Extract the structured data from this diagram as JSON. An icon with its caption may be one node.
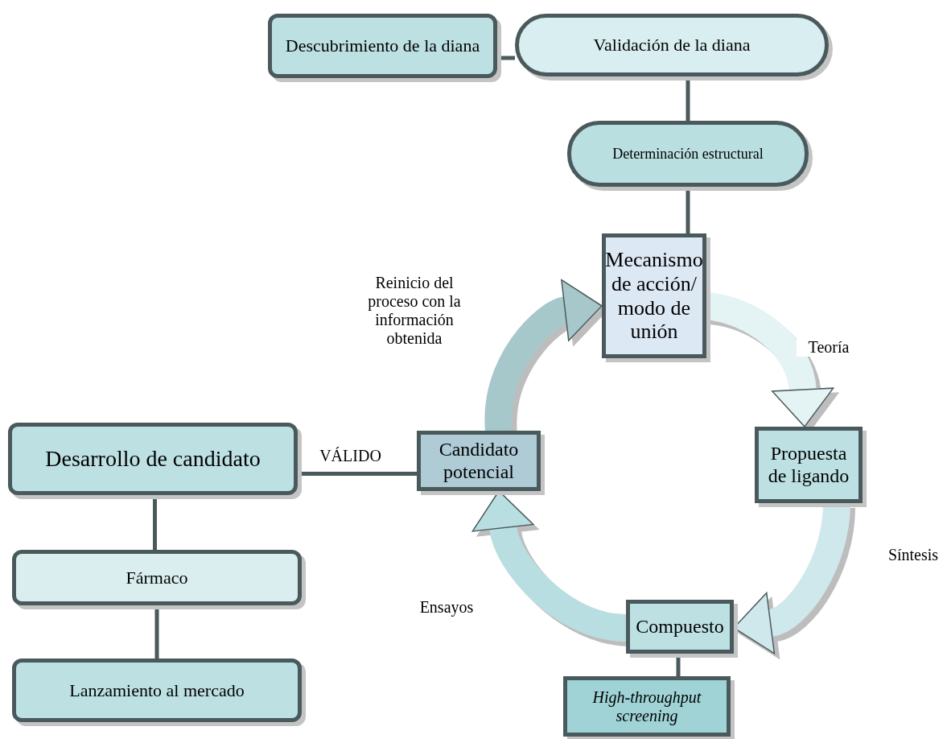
{
  "diagram": {
    "nodes": [
      {
        "text": [
          "Descubrimiento de la diana"
        ]
      },
      {
        "text": [
          "Validación de la diana"
        ]
      },
      {
        "text": [
          "Determinación estructural"
        ]
      },
      {
        "text": [
          "Mecanismo de acción/ modo de unión"
        ]
      },
      {
        "text": [
          "Propuesta de ligando"
        ]
      },
      {
        "text": [
          "Compuesto"
        ]
      },
      {
        "text": [
          "High-throughput screening"
        ]
      },
      {
        "text": [
          "Candidato potencial"
        ]
      },
      {
        "text": [
          "Desarrollo de candidato"
        ]
      },
      {
        "text": [
          "Fármaco"
        ]
      },
      {
        "text": [
          "Lanzamiento al mercado"
        ]
      }
    ],
    "edges": [
      {
        "from": 0,
        "to": 1,
        "arrow": "none"
      },
      {
        "from": 1,
        "to": 2,
        "arrow": "none"
      },
      {
        "from": 2,
        "to": 3,
        "arrow": "none"
      },
      {
        "from": 3,
        "to": 4,
        "arrow": "to",
        "label": "Teoría",
        "style": "thick",
        "color": "#e4f3f3"
      },
      {
        "from": 4,
        "to": 5,
        "arrow": "to",
        "label": "Síntesis",
        "style": "thick",
        "color": "#cfe8ec"
      },
      {
        "from": 5,
        "to": 7,
        "arrow": "to",
        "label": "Ensayos",
        "style": "thick",
        "color": "#b9dee1"
      },
      {
        "from": 7,
        "to": 3,
        "arrow": "to",
        "label": "Reinicio del proceso con la información obtenida",
        "style": "thick",
        "color": "#a6c8cb"
      },
      {
        "from": 7,
        "to": 8,
        "arrow": "none",
        "label": "VÁLIDO"
      },
      {
        "from": 8,
        "to": 9,
        "arrow": "none"
      },
      {
        "from": 9,
        "to": 10,
        "arrow": "none"
      },
      {
        "from": 5,
        "to": 6,
        "arrow": "none"
      }
    ]
  }
}
